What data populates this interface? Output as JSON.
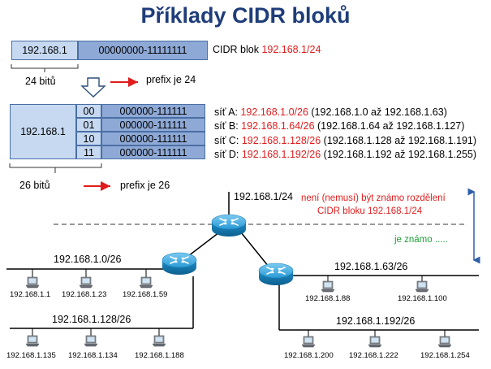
{
  "title": "Příklady CIDR bloků",
  "block": {
    "prefix": "192.168.1",
    "host_bits": "00000000-11111111",
    "label": "CIDR blok ",
    "cidr": "192.168.1/24",
    "bits_label": "24 bitů",
    "prefix_label": "prefix je 24"
  },
  "subnet_block": {
    "prefix": "192.168.1",
    "rows": [
      {
        "bits": "00",
        "host": "000000-111111"
      },
      {
        "bits": "01",
        "host": "000000-111111"
      },
      {
        "bits": "10",
        "host": "000000-111111"
      },
      {
        "bits": "11",
        "host": "000000-111111"
      }
    ],
    "bits_label": "26 bitů",
    "prefix_label": "prefix je 26"
  },
  "networks": [
    {
      "label": "síť A: ",
      "cidr": "192.168.1.0/26",
      "range": " (192.168.1.0 až 192.168.1.63)"
    },
    {
      "label": "síť B: ",
      "cidr": "192.168.1.64/26",
      "range": " (192.168.1.64 až 192.168.1.127)"
    },
    {
      "label": "síť C: ",
      "cidr": "192.168.1.128/26",
      "range": " (192.168.1.128 až 192.168.1.191)"
    },
    {
      "label": "síť D: ",
      "cidr": "192.168.1.192/26",
      "range": " (192.168.1.192 až 192.168.1.255)"
    }
  ],
  "topology": {
    "top_router_label": "192.168.1/24",
    "note_unknown": "není (nemusí) být známo rozdělení",
    "note_unknown_2": "CIDR bloku 192.168.1/24",
    "note_known": "je známo .....",
    "segments": {
      "a": "192.168.1.0/26",
      "b": "192.168.1.128/26",
      "c": "192.168.1.63/26",
      "d": "192.168.1.192/26"
    },
    "hosts": {
      "a1": "192.168.1.1",
      "a2": "192.168.1.23",
      "a3": "192.168.1.59",
      "b1": "192.168.1.135",
      "b2": "192.168.1.134",
      "b3": "192.168.1.188",
      "c1": "192.168.1.88",
      "c2": "192.168.1.100",
      "d1": "192.168.1.200",
      "d2": "192.168.1.222",
      "d3": "192.168.1.254"
    }
  },
  "colors": {
    "title": "#1f3d7a",
    "highlight": "#e01c1c",
    "known": "#1e9e3a",
    "router": "#1f8fc9",
    "box_light": "#c6d9f1",
    "box_dark": "#8ea9d6"
  }
}
